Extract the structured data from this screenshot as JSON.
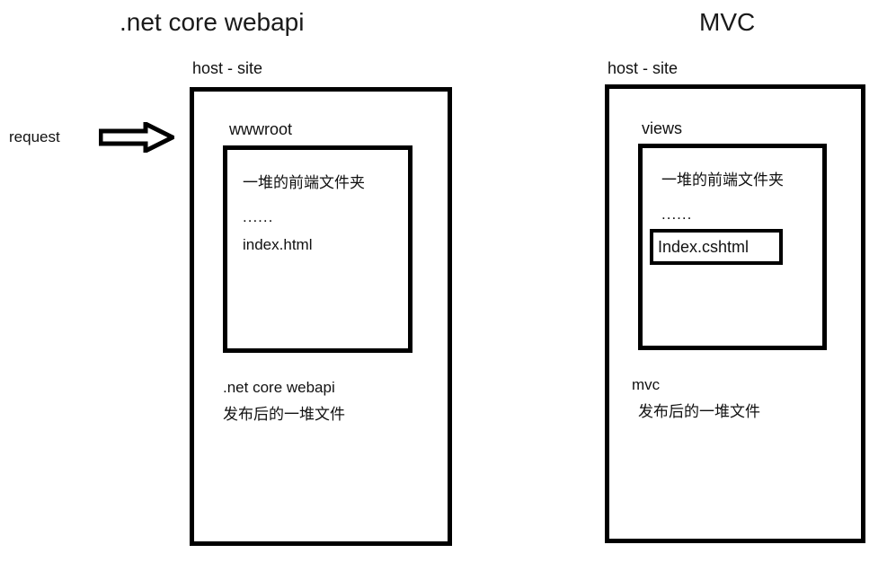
{
  "diagram": {
    "request": {
      "label": "request",
      "arrow_icon": "right-block-arrow-icon"
    },
    "panels": [
      {
        "id": "webapi",
        "title": ".net core webapi",
        "host_label": "host - site",
        "folder_label": "wwwroot",
        "folder_items": [
          "一堆的前端文件夹",
          "......",
          "index.html"
        ],
        "highlighted_item": null,
        "notes": [
          ".net core webapi",
          "发布后的一堆文件"
        ]
      },
      {
        "id": "mvc",
        "title": "MVC",
        "host_label": "host - site",
        "folder_label": "views",
        "folder_items": [
          "一堆的前端文件夹",
          "......"
        ],
        "highlighted_item": "Index.cshtml",
        "notes": [
          "mvc",
          "发布后的一堆文件"
        ]
      }
    ]
  },
  "colors": {
    "stroke": "#000000",
    "background": "#ffffff",
    "text": "#111111"
  }
}
